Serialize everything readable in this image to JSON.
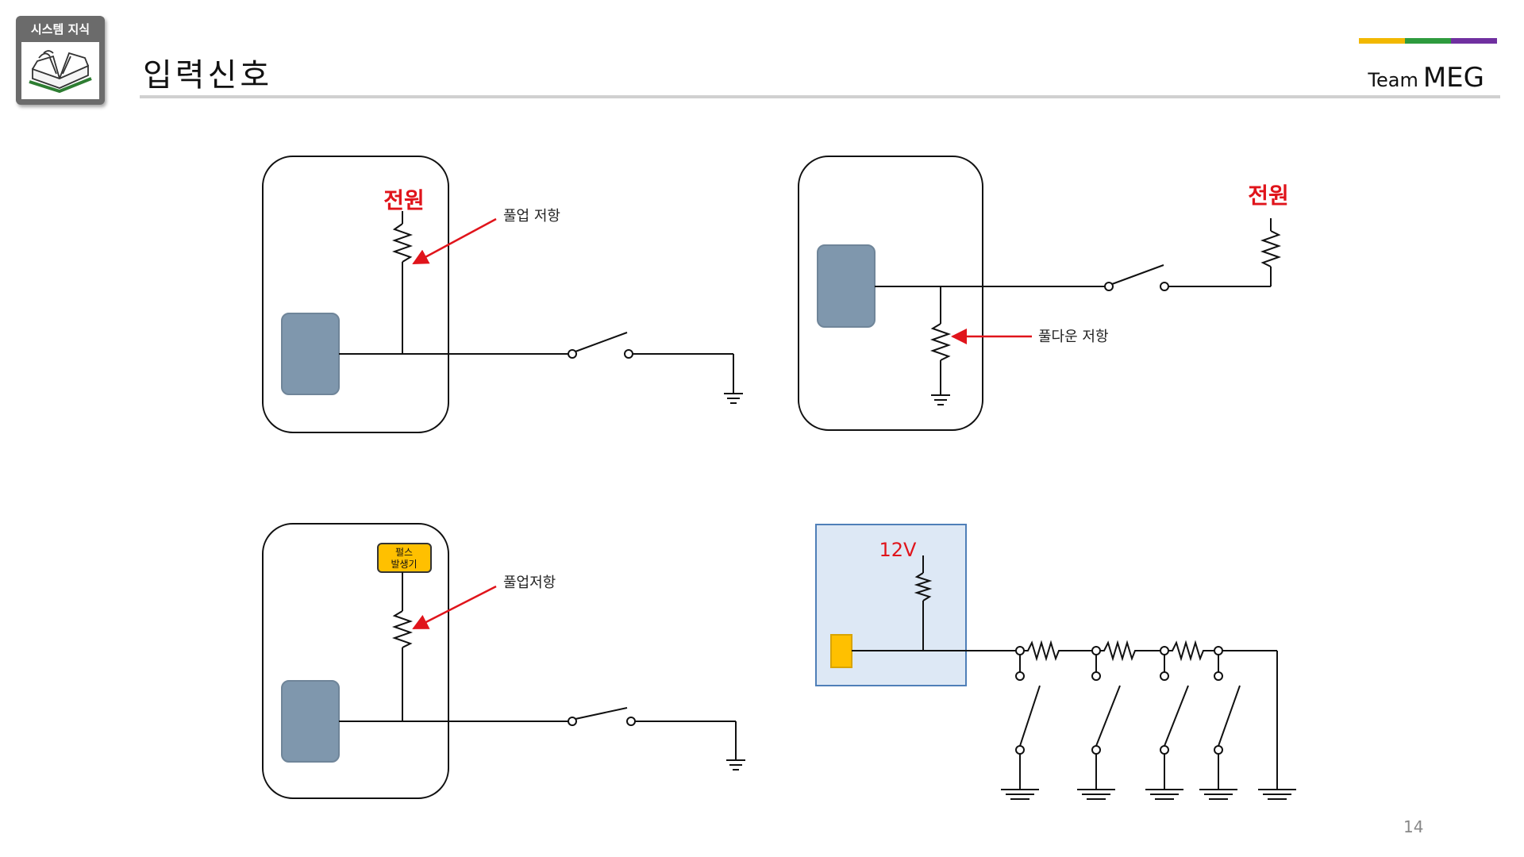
{
  "header": {
    "badge_label": "시스템 지식",
    "badge_icon": "open-book-icon",
    "title": "입력신호",
    "brand_small": "Team",
    "brand_big": "MEG",
    "brand_colors": [
      "#f2b800",
      "#2e9b3e",
      "#7030a0"
    ],
    "page_number": "14"
  },
  "diagrams": {
    "pullup": {
      "power_label": "전원",
      "resistor_label": "풀업 저항"
    },
    "pulldown": {
      "power_label": "전원",
      "resistor_label": "풀다운 저항"
    },
    "pulse": {
      "generator_label_line1": "펄스",
      "generator_label_line2": "발생기",
      "resistor_label": "풀업저항"
    },
    "ladder": {
      "voltage_label": "12V"
    }
  },
  "colors": {
    "ecu_fill": "#7f97ad",
    "arrow": "#e0141b",
    "label_red": "#e0141b",
    "pulse_generator": "#ffc000",
    "ladder_box": "#dde8f5",
    "ladder_box_border": "#4f7fb8"
  }
}
